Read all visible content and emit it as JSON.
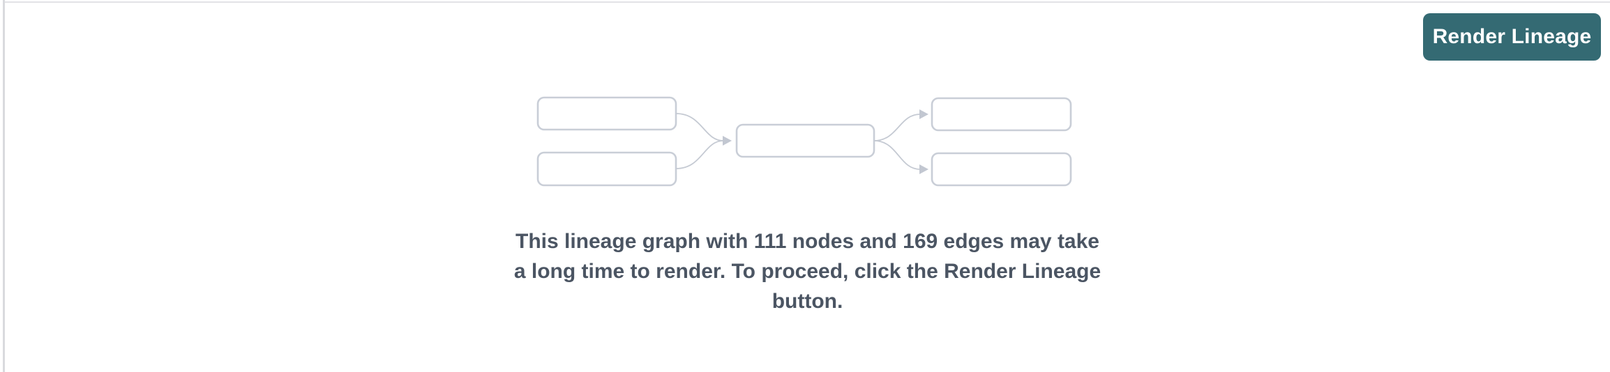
{
  "header": {
    "render_button_label": "Render Lineage"
  },
  "empty_state": {
    "message_line1": "This lineage graph with 111 nodes and 169 edges may take",
    "message_line2": "a long time to render. To proceed, click the Render Lineage",
    "message_line3": "button.",
    "node_count": 111,
    "edge_count": 169
  },
  "icons": {
    "placeholder_graph": "lineage-graph-placeholder"
  },
  "colors": {
    "button_background": "#346A73",
    "button_text": "#FFFFFF",
    "message_text": "#4B5563",
    "placeholder_node_border": "#C9CED7",
    "placeholder_edge": "#C5CAD3",
    "panel_border": "#E2E2E6",
    "pane_divider": "#D9DADE"
  }
}
